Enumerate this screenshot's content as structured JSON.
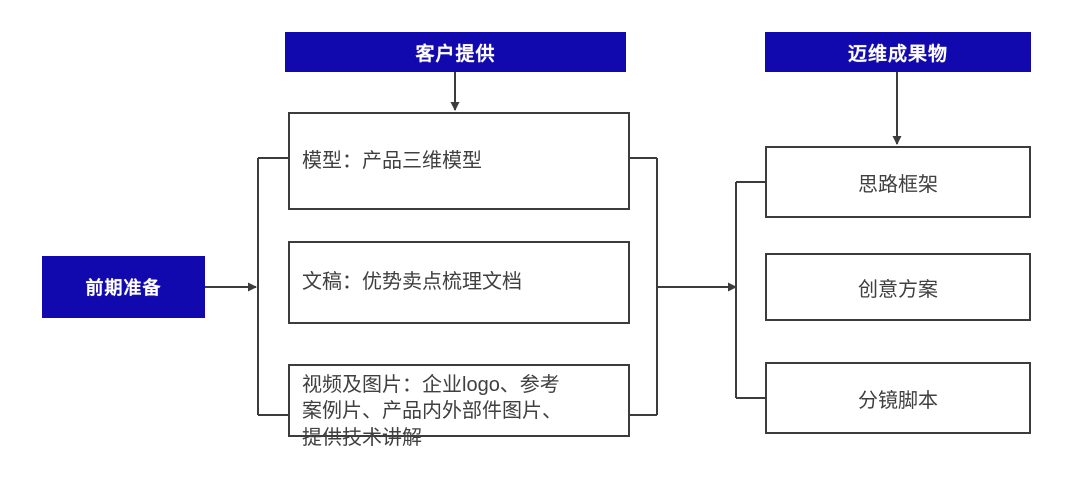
{
  "diagram": {
    "title": "前期准备流程图",
    "colors": {
      "accent_blue": "#1108AD",
      "box_border": "#3c3c3c",
      "text_dark": "#404040",
      "connector": "#3c3c3c",
      "background": "#ffffff"
    },
    "headers": [
      {
        "id": "customer-provides",
        "label": "客户提供"
      },
      {
        "id": "maiwei-deliverables",
        "label": "迈维成果物"
      }
    ],
    "start_node": {
      "id": "preparation",
      "label": "前期准备"
    },
    "inputs": [
      {
        "id": "model",
        "label": "模型：产品三维模型",
        "align": "left"
      },
      {
        "id": "copy",
        "label": "文稿：优势卖点梳理文档",
        "align": "left"
      },
      {
        "id": "video-images",
        "label": "视频及图片：企业logo、参考\n案例片、产品内外部件图片、\n提供技术讲解",
        "align": "left"
      }
    ],
    "outputs": [
      {
        "id": "framework",
        "label": "思路框架",
        "align": "center"
      },
      {
        "id": "creative-plan",
        "label": "创意方案",
        "align": "center"
      },
      {
        "id": "storyboard",
        "label": "分镜脚本",
        "align": "center"
      }
    ],
    "connectors": [
      {
        "id": "header-to-model",
        "kind": "arrow-down"
      },
      {
        "id": "header-to-framework",
        "kind": "arrow-down"
      },
      {
        "id": "start-to-inputs",
        "kind": "arrow-right"
      },
      {
        "id": "inputs-bracket",
        "kind": "bracket-left"
      },
      {
        "id": "inputs-collector",
        "kind": "bracket-right"
      },
      {
        "id": "inputs-to-outputs",
        "kind": "arrow-right"
      },
      {
        "id": "outputs-distributor",
        "kind": "bracket-fan"
      }
    ]
  }
}
